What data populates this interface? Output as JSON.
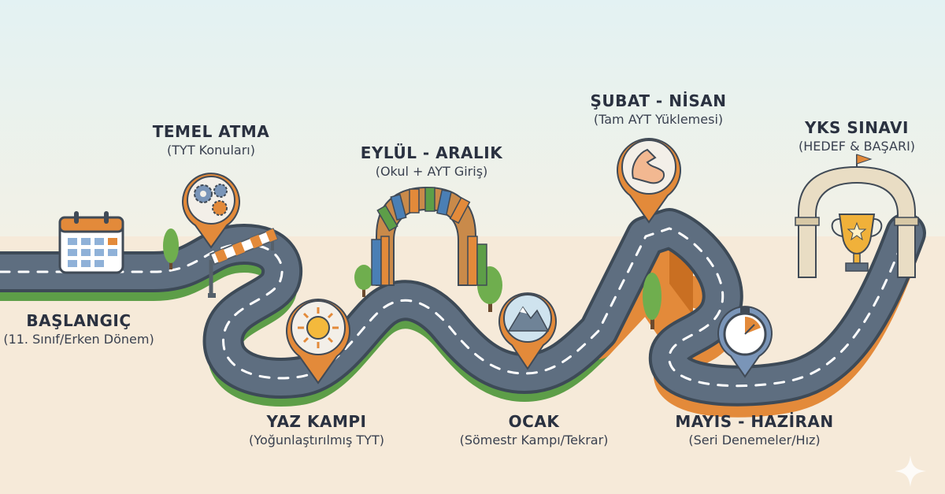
{
  "milestones": [
    {
      "id": "baslangic",
      "title": "BAŞLANGIÇ",
      "subtitle": "(11. Sınıf/Erken Dönem)",
      "icon": "calendar-icon"
    },
    {
      "id": "temel-atma",
      "title": "TEMEL ATMA",
      "subtitle": "(TYT Konuları)",
      "icon": "gears-icon"
    },
    {
      "id": "yaz-kampi",
      "title": "YAZ KAMPI",
      "subtitle": "(Yoğunlaştırılmış TYT)",
      "icon": "sun-icon"
    },
    {
      "id": "eylul-aralik",
      "title": "EYLÜL - ARALIK",
      "subtitle": "(Okul + AYT Giriş)",
      "icon": "book-arch-icon"
    },
    {
      "id": "ocak",
      "title": "OCAK",
      "subtitle": "(Sömestr Kampı/Tekrar)",
      "icon": "mountain-icon"
    },
    {
      "id": "subat-nisan",
      "title": "ŞUBAT - NİSAN",
      "subtitle": "(Tam AYT Yüklemesi)",
      "icon": "muscle-icon"
    },
    {
      "id": "mayis-haziran",
      "title": "MAYIS - HAZİRAN",
      "subtitle": "(Seri Denemeler/Hız)",
      "icon": "stopwatch-icon"
    },
    {
      "id": "yks-sinavi",
      "title": "YKS SINAVI",
      "subtitle": "(HEDEF & BAŞARI)",
      "icon": "trophy-icon"
    }
  ],
  "colors": {
    "sky": "#e7f2ef",
    "ground": "#f6ead9",
    "road": "#5f6f80",
    "road_edge": "#3d4a57",
    "green": "#5d9e48",
    "orange": "#e38a3a"
  }
}
